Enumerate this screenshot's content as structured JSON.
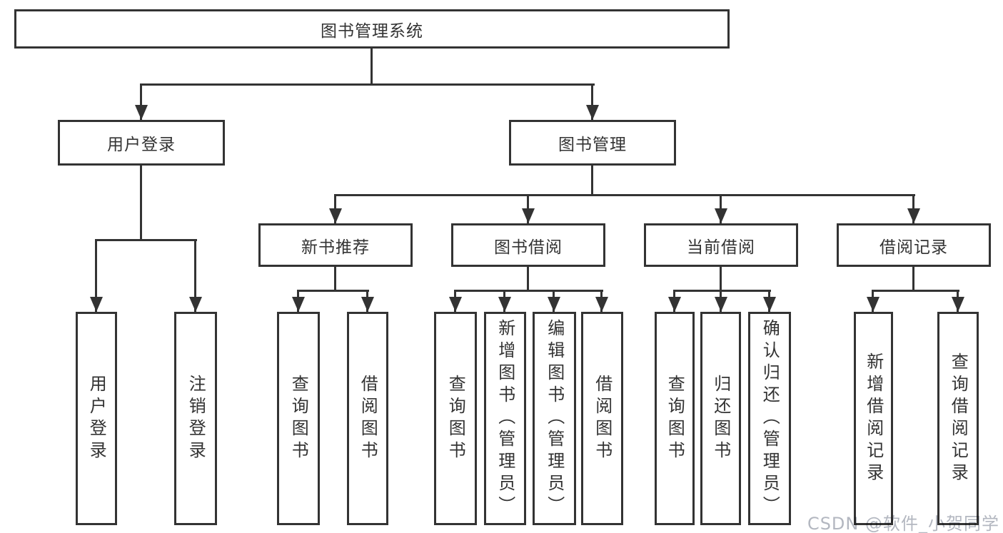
{
  "title": "图书管理系统",
  "watermark": "CSDN @软件_小贺同学",
  "colors": {
    "line": "#333333",
    "text": "#333333",
    "background": "#ffffff",
    "watermark": "#b3b7c0"
  },
  "nodes": {
    "root": {
      "label": "图书管理系统"
    },
    "level2": [
      {
        "label": "用户登录",
        "parent": "图书管理系统"
      },
      {
        "label": "图书管理",
        "parent": "图书管理系统"
      }
    ],
    "level3": [
      {
        "label": "新书推荐",
        "parent": "图书管理"
      },
      {
        "label": "图书借阅",
        "parent": "图书管理"
      },
      {
        "label": "当前借阅",
        "parent": "图书管理"
      },
      {
        "label": "借阅记录",
        "parent": "图书管理"
      }
    ],
    "leaves": [
      {
        "label": "用户登录",
        "parent": "用户登录"
      },
      {
        "label": "注销登录",
        "parent": "用户登录"
      },
      {
        "label": "查询图书",
        "parent": "新书推荐"
      },
      {
        "label": "借阅图书",
        "parent": "新书推荐"
      },
      {
        "label": "查询图书",
        "parent": "图书借阅"
      },
      {
        "label": "新增图书（管理员）",
        "parent": "图书借阅"
      },
      {
        "label": "编辑图书（管理员）",
        "parent": "图书借阅"
      },
      {
        "label": "借阅图书",
        "parent": "图书借阅"
      },
      {
        "label": "查询图书",
        "parent": "当前借阅"
      },
      {
        "label": "归还图书",
        "parent": "当前借阅"
      },
      {
        "label": "确认归还（管理员）",
        "parent": "当前借阅"
      },
      {
        "label": "新增借阅记录",
        "parent": "借阅记录"
      },
      {
        "label": "查询借阅记录",
        "parent": "借阅记录"
      }
    ]
  }
}
